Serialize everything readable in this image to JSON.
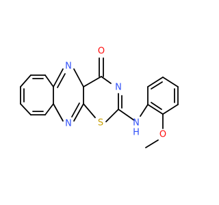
{
  "molecule": {
    "atoms": [
      {
        "id": "O_carbonyl",
        "label": "O",
        "color": "#ff0d0d"
      },
      {
        "id": "N_ring_top",
        "label": "N",
        "color": "#3050f8"
      },
      {
        "id": "N_ring_bottom",
        "label": "N",
        "color": "#3050f8"
      },
      {
        "id": "N_thiazine",
        "label": "N",
        "color": "#3050f8"
      },
      {
        "id": "S_thiazine",
        "label": "S",
        "color": "#c8a000"
      },
      {
        "id": "N_amine",
        "label": "N",
        "color": "#3050f8"
      },
      {
        "id": "H_amine",
        "label": "H",
        "color": "#3050f8"
      },
      {
        "id": "O_methoxy",
        "label": "O",
        "color": "#ff0d0d"
      }
    ],
    "bond_color": "#000000"
  }
}
